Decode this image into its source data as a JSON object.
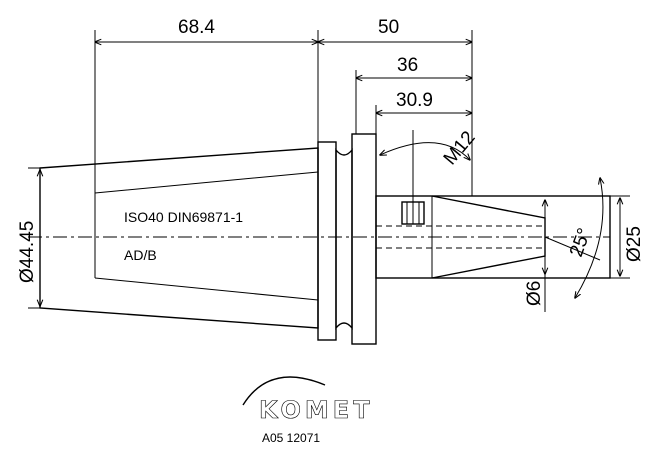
{
  "dimensions": {
    "taper_length": "68.4",
    "overall_length": "50",
    "depth_outer": "36",
    "depth_inner": "30.9",
    "taper_diameter": "Ø44.45",
    "bore_diameter": "Ø25",
    "pilot_diameter": "Ø6",
    "angle": "25°",
    "thread": "M12"
  },
  "notes": {
    "standard": "ISO40 DIN69871-1",
    "form": "AD/B"
  },
  "logo": {
    "brand": "KOMET",
    "code": "A05 12071"
  }
}
